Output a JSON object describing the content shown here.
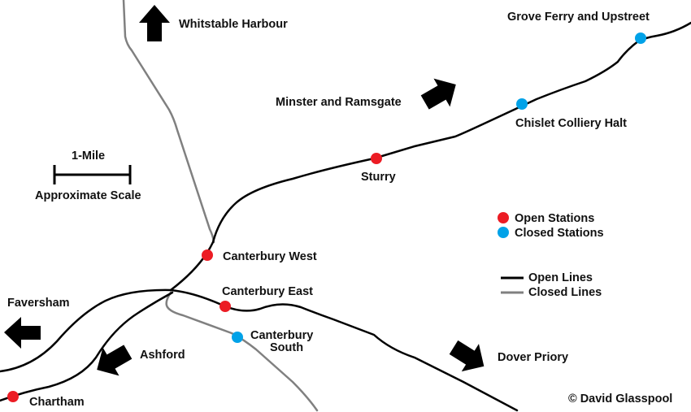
{
  "colors": {
    "open_line": "#000000",
    "closed_line": "#808080",
    "open_station": "#ec1c24",
    "closed_station": "#00a2e8",
    "arrow": "#000000",
    "text": "#111111"
  },
  "destinations": [
    {
      "id": "whitstable",
      "label": "Whitstable Harbour",
      "direction": "north"
    },
    {
      "id": "ramsgate",
      "label": "Minster and Ramsgate",
      "direction": "north-east"
    },
    {
      "id": "faversham",
      "label": "Faversham",
      "direction": "west"
    },
    {
      "id": "ashford",
      "label": "Ashford",
      "direction": "south-west"
    },
    {
      "id": "dover",
      "label": "Dover Priory",
      "direction": "south-east"
    }
  ],
  "stations": [
    {
      "id": "grove-ferry",
      "label": "Grove Ferry and Upstreet",
      "status": "closed"
    },
    {
      "id": "chislet",
      "label": "Chislet Colliery Halt",
      "status": "closed"
    },
    {
      "id": "sturry",
      "label": "Sturry",
      "status": "open"
    },
    {
      "id": "canterbury-west",
      "label": "Canterbury West",
      "status": "open"
    },
    {
      "id": "canterbury-east",
      "label": "Canterbury East",
      "status": "open"
    },
    {
      "id": "canterbury-south",
      "label_line1": "Canterbury",
      "label_line2": "South",
      "status": "closed"
    },
    {
      "id": "chartham",
      "label": "Chartham",
      "status": "open"
    }
  ],
  "scale": {
    "distance_label": "1-Mile",
    "caption": "Approximate Scale"
  },
  "legend": {
    "open_stations": "Open Stations",
    "closed_stations": "Closed Stations",
    "open_lines": "Open Lines",
    "closed_lines": "Closed Lines"
  },
  "credit": "© David Glasspool"
}
